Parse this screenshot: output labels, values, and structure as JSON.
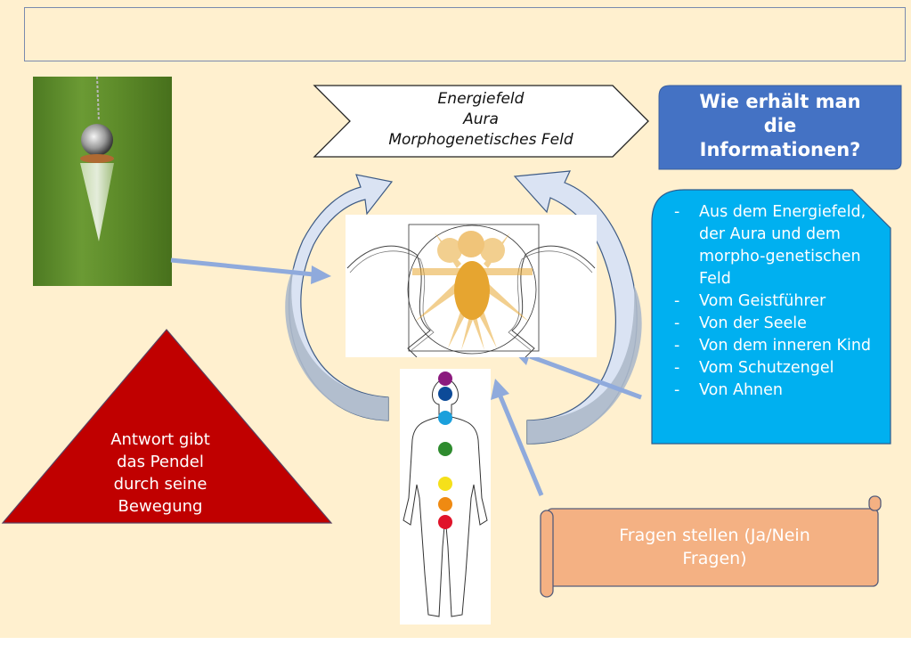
{
  "slide": {
    "title_placeholder": "",
    "center_label": {
      "lines": [
        "Energiefeld",
        "Aura",
        "Morphogenetisches Feld"
      ]
    },
    "question_box": {
      "lines": [
        "Wie erhält man",
        "die",
        "Informationen?"
      ]
    },
    "sources_box": {
      "items": [
        "Aus dem Energiefeld, der Aura und dem morpho-genetischen Feld",
        "Vom Geistführer",
        "Von der Seele",
        "Von dem inneren Kind",
        "Vom Schutzengel",
        "Von Ahnen"
      ]
    },
    "answer_triangle": {
      "lines": [
        "Antwort gibt",
        "das Pendel",
        "durch seine",
        "Bewegung"
      ]
    },
    "questions_scroll": {
      "lines": [
        "Fragen stellen (Ja/Nein",
        "Fragen)"
      ]
    },
    "images": {
      "pendulum": "pendulum-photo",
      "vitruvian": "vitruvian-figure-with-faces",
      "chakra_body": "human-body-chakras"
    },
    "chakra_colors": [
      "#8b1a7e",
      "#0c4a98",
      "#1ba0dc",
      "#2e8b2e",
      "#f5e01a",
      "#ef8a12",
      "#e0142a"
    ],
    "colors": {
      "background": "#fff0cf",
      "question_fill": "#4472c4",
      "sources_fill": "#00b0f0",
      "triangle_fill": "#c00000",
      "scroll_fill": "#f4b183",
      "arrow": "#8faadc",
      "curved_arrow_light": "#dae3f3",
      "curved_arrow_dark": "#adb9ca"
    }
  }
}
